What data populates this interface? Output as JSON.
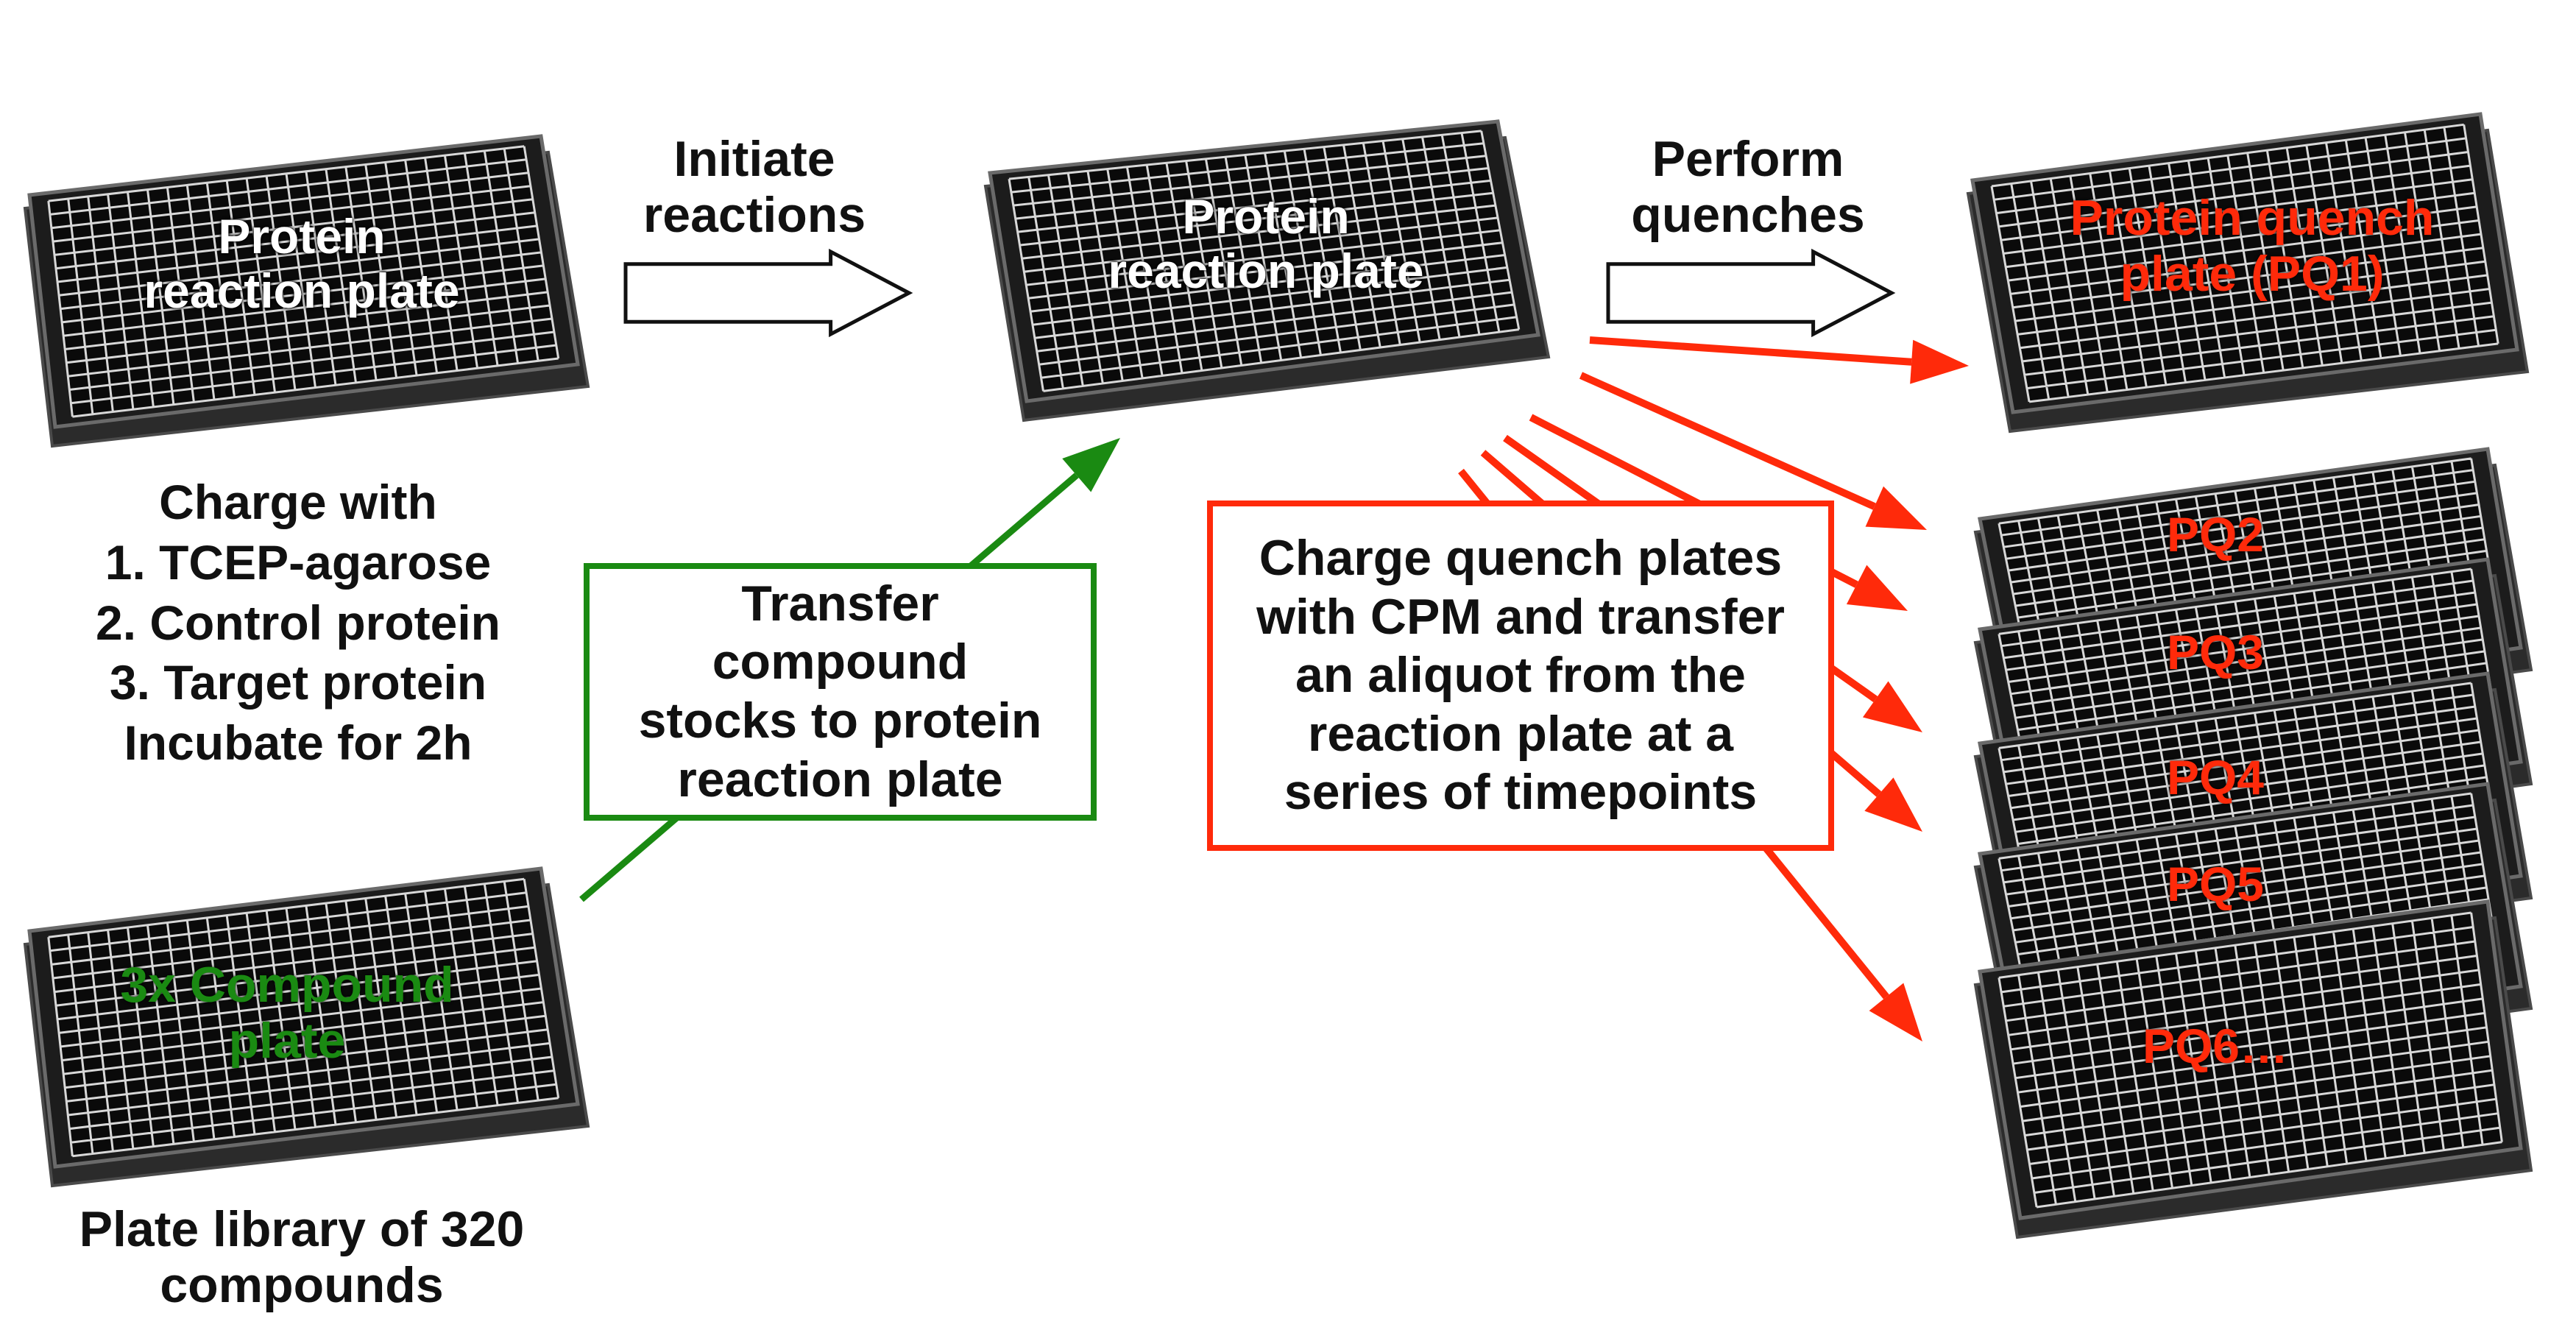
{
  "plates": {
    "reaction_plate_initial": {
      "label_line1": "Protein",
      "label_line2": "reaction plate"
    },
    "reaction_plate_active": {
      "label_line1": "Protein",
      "label_line2": "reaction plate"
    },
    "quench_plate_1": {
      "label_line1": "Protein quench",
      "label_line2": "plate (PQ1)"
    },
    "compound_plate": {
      "label_line1": "3x Compound",
      "label_line2": "plate"
    },
    "quench_stack": [
      "PQ2",
      "PQ3",
      "PQ4",
      "PQ5",
      "PQ6…"
    ]
  },
  "steps": {
    "initiate": {
      "line1": "Initiate",
      "line2": "reactions"
    },
    "quench": {
      "line1": "Perform",
      "line2": "quenches"
    }
  },
  "charge_list": {
    "heading": "Charge with",
    "items": [
      "1. TCEP-agarose",
      "2. Control protein",
      "3. Target protein"
    ],
    "footer": "Incubate for 2h"
  },
  "library": {
    "line1": "Plate library of 320",
    "line2": "compounds"
  },
  "transfer_box": {
    "line1": "Transfer",
    "line2": "compound",
    "line3": "stocks to protein",
    "line4": "reaction plate"
  },
  "quench_box": {
    "line1": "Charge quench plates",
    "line2": "with CPM and transfer",
    "line3": "an aliquot from the",
    "line4": "reaction plate at a",
    "line5": "series of timepoints"
  },
  "colors": {
    "plate_body": "#1c1c1c",
    "plate_grid": "#d8d8d8",
    "red_accent": "#ff2a0a",
    "green_accent": "#1a8a12",
    "text": "#111111"
  }
}
